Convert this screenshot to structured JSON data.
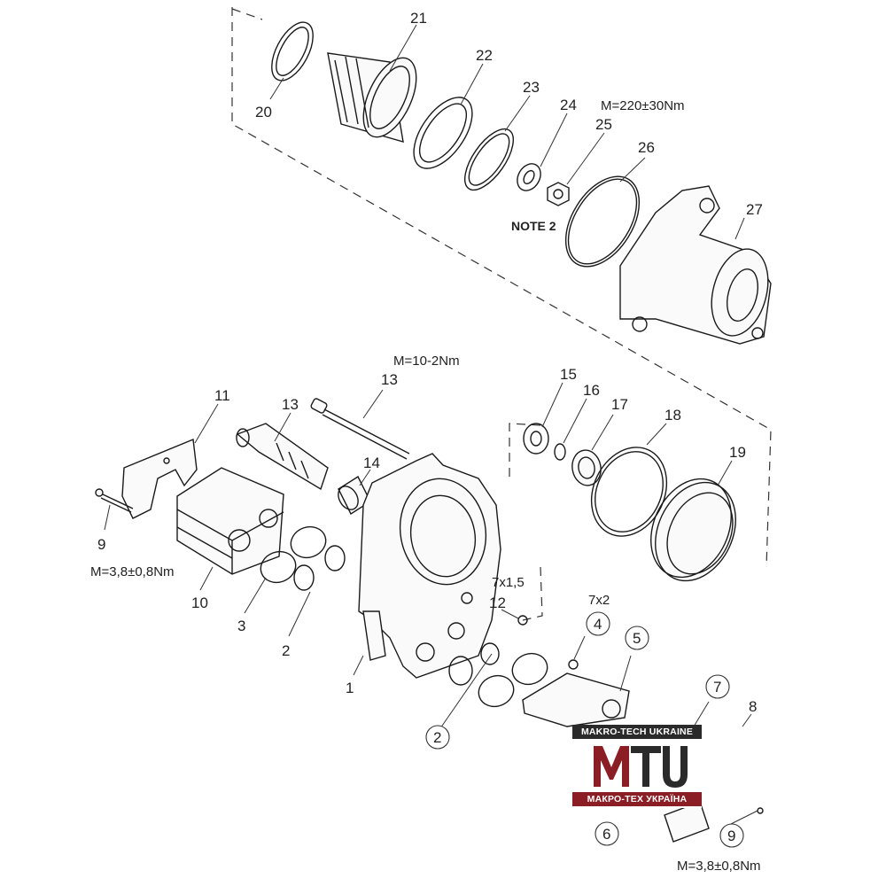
{
  "labels": {
    "l1": "1",
    "l2a": "2",
    "l2b": "2",
    "l3": "3",
    "l4": "4",
    "l5": "5",
    "l6": "6",
    "l7": "7",
    "l8": "8",
    "l9a": "9",
    "l9b": "9",
    "l10": "10",
    "l11": "11",
    "l12": "12",
    "l13a": "13",
    "l13b": "13",
    "l14": "14",
    "l15": "15",
    "l16": "16",
    "l17": "17",
    "l18": "18",
    "l19": "19",
    "l20": "20",
    "l21": "21",
    "l22": "22",
    "l23": "23",
    "l24": "24",
    "l25": "25",
    "l26": "26",
    "l27": "27"
  },
  "annotations": {
    "torque_top": "M=220±30Nm",
    "torque_bolt": "M=10-2Nm",
    "torque_left": "M=3,8±0,8Nm",
    "torque_right": "M=3,8±0,8Nm",
    "note2": "NOTE 2",
    "qty_12": "7x1,5",
    "qty_4": "7x2"
  },
  "logo": {
    "top_text": "MAKRO-TECH UKRAINE",
    "mark_text": "MTU",
    "bottom_text": "МАКРО-ТЕХ УКРАЇНА",
    "colors": {
      "dark": "#2a2a2a",
      "red": "#8b1d24"
    }
  }
}
